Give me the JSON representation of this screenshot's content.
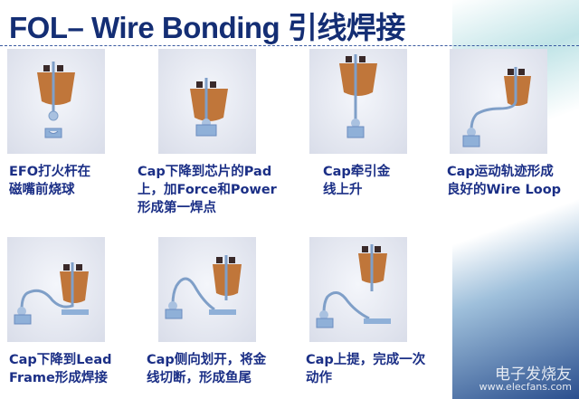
{
  "title": "FOL– Wire Bonding 引线焊接",
  "steps": [
    {
      "caption": "EFO打火杆在\n磁嘴前烧球"
    },
    {
      "caption": "Cap下降到芯片的Pad\n上，加Force和Power\n形成第一焊点"
    },
    {
      "caption": "Cap牵引金\n线上升"
    },
    {
      "caption": "Cap运动轨迹形成\n良好的Wire Loop"
    },
    {
      "caption": "Cap下降到Lead\nFrame形成焊接"
    },
    {
      "caption": "Cap侧向划开，将金\n线切断，形成鱼尾"
    },
    {
      "caption": "Cap上提，完成一次\n动作"
    }
  ],
  "watermark": {
    "name": "电子发烧友",
    "url": "www.elecfans.com"
  },
  "colors": {
    "title": "#142e74",
    "caption": "#1b2f86",
    "capillary": "#c0763a",
    "wire": "#7f9fc8"
  }
}
